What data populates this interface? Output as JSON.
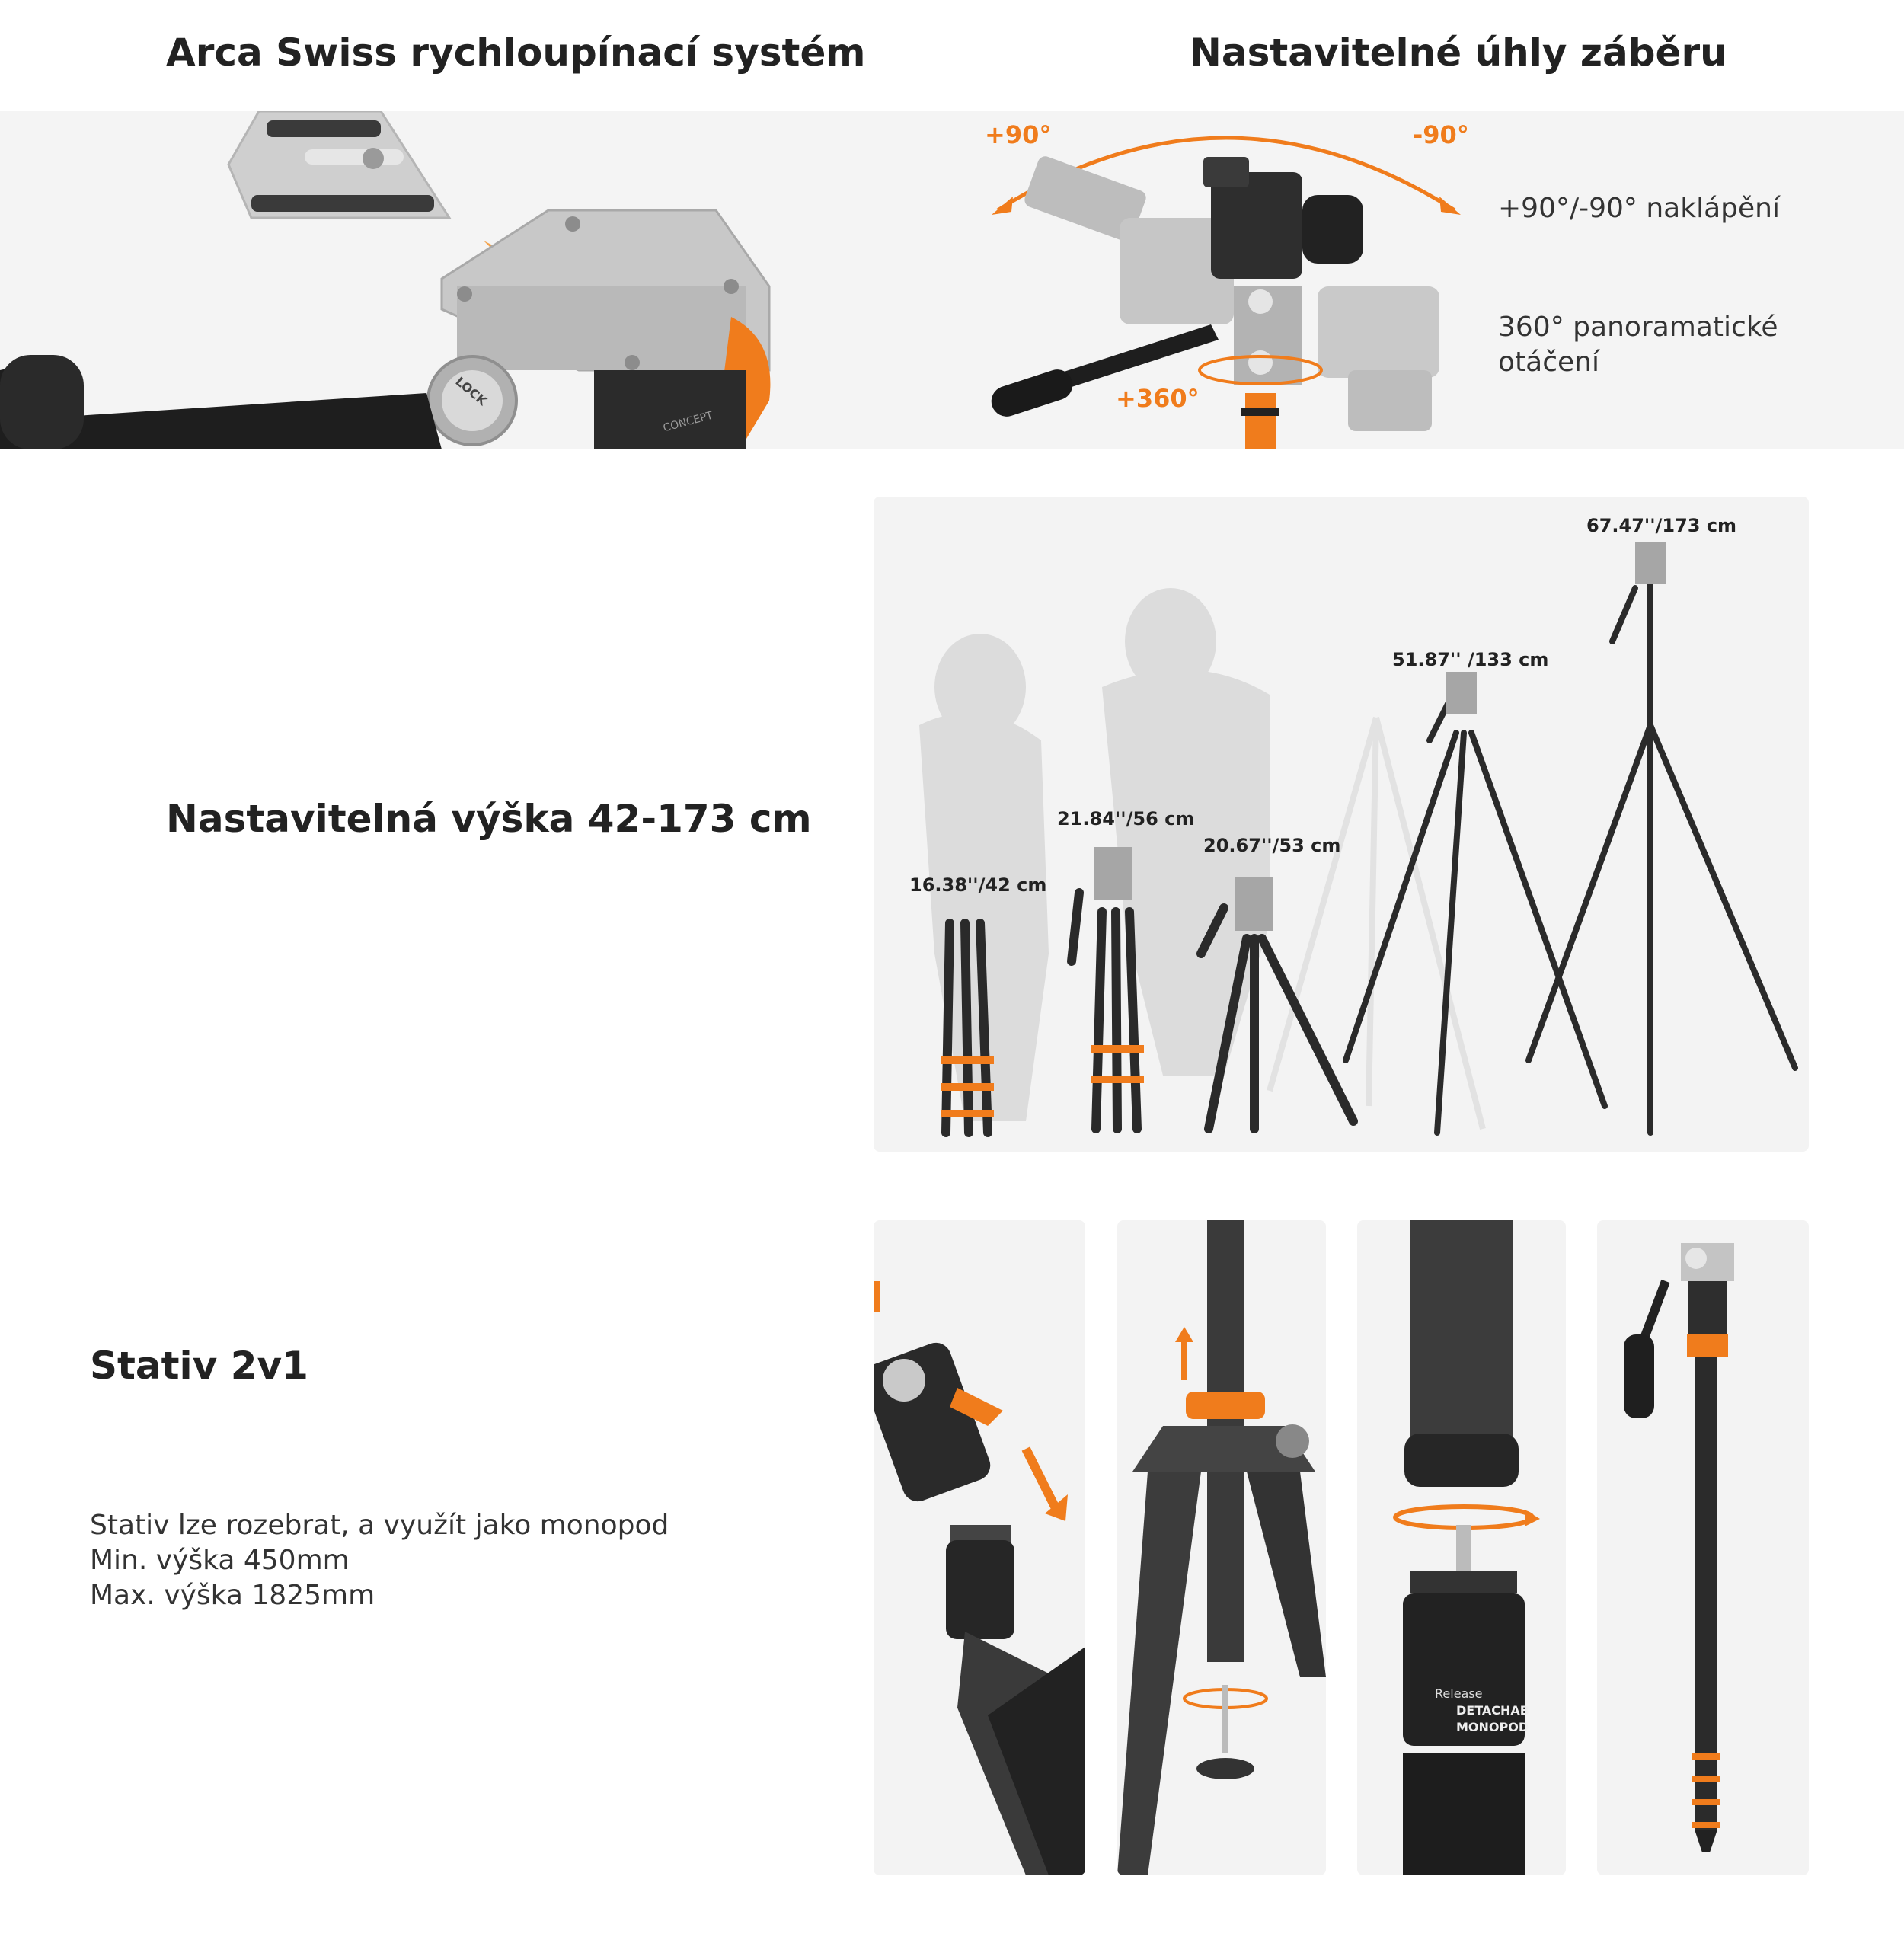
{
  "sections": {
    "arca": {
      "title": "Arca Swiss rychloupínací systém",
      "lock_label": "LOCK",
      "brand_label": "CONCEPT"
    },
    "angles": {
      "title": "Nastavitelné úhly záběru",
      "tilt_left": "+90°",
      "tilt_right": "-90°",
      "pan": "+360°",
      "tilt_desc": "+90°/-90° naklápění",
      "pan_desc_line1": "360° panoramatické",
      "pan_desc_line2": "otáčení"
    },
    "height": {
      "title": "Nastavitelná výška 42-173 cm",
      "labels": [
        "16.38''/42 cm",
        "21.84''/56 cm",
        "20.67''/53 cm",
        "51.87'' /133 cm",
        "67.47''/173 cm"
      ]
    },
    "convertible": {
      "title": "Stativ 2v1",
      "line1": "Stativ lze rozebrat, a využít jako monopod",
      "line2": "Min. výška 450mm",
      "line3": "Max. výška 1825mm",
      "release_label": "Release",
      "detach_line1": "DETACHAB",
      "detach_line2": "MONOPOD"
    }
  },
  "colors": {
    "accent": "#f07c1c",
    "band": "#f4f4f4",
    "panel": "#f3f3f3",
    "text": "#222222"
  }
}
